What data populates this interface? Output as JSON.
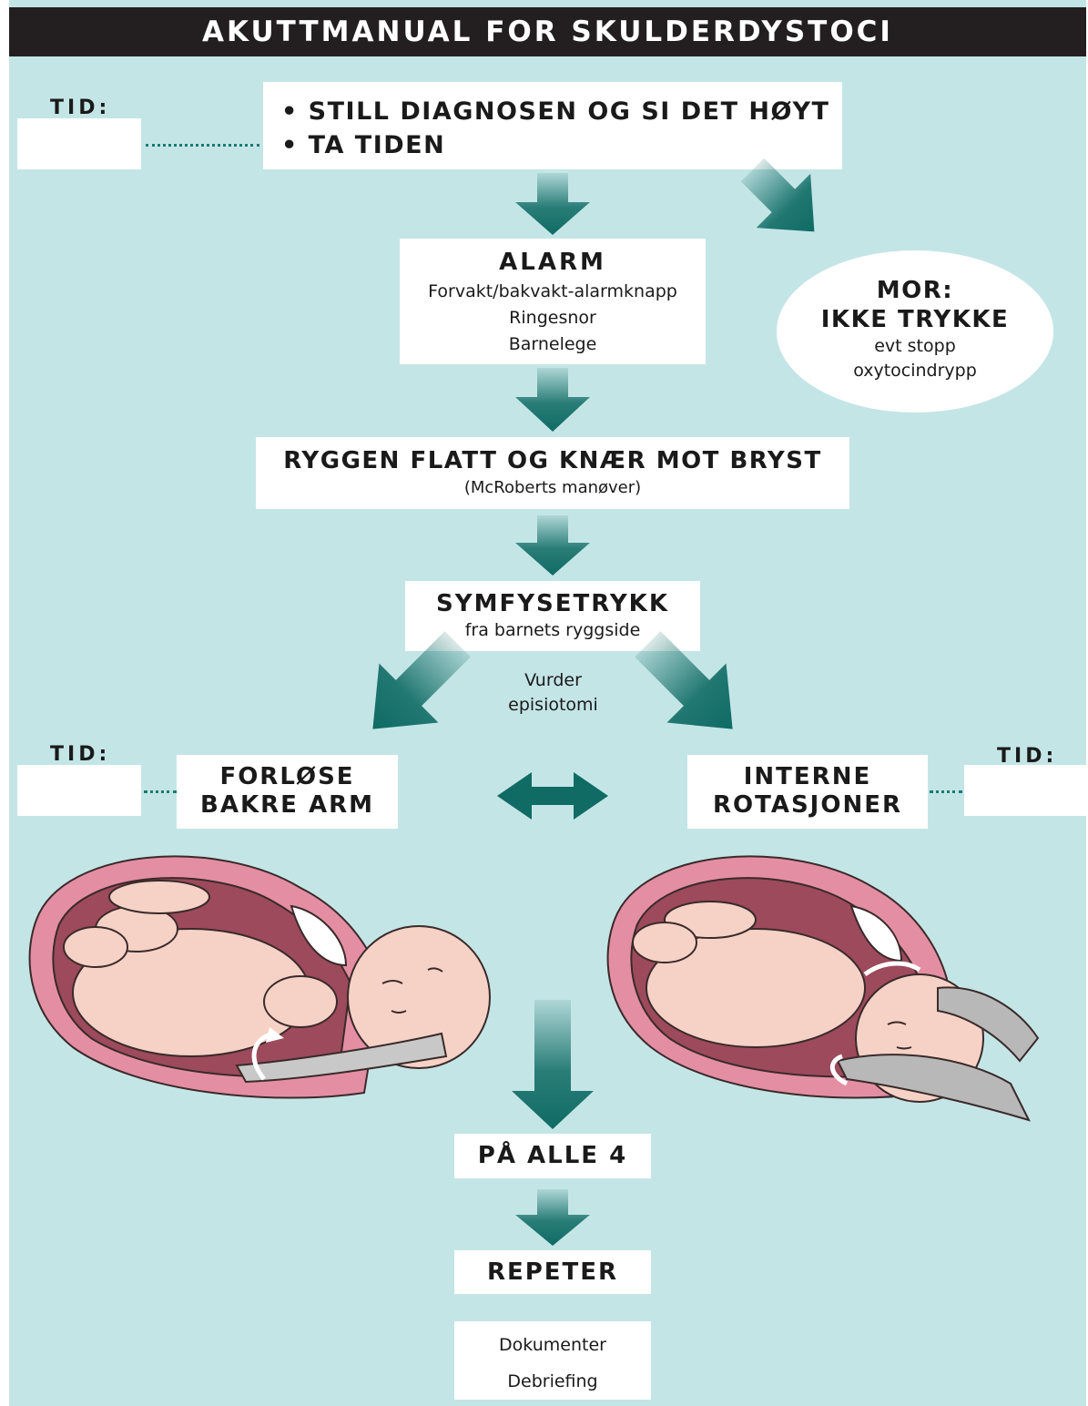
{
  "title": "AKUTTMANUAL FOR SKULDERDYSTOCI",
  "colors": {
    "background": "#c4e5e6",
    "title_bar": "#231f20",
    "arrow": "#0f6b64",
    "dots": "#1a7a73",
    "box": "#ffffff"
  },
  "start": {
    "bullets": [
      "• STILL DIAGNOSEN OG SI DET HØYT",
      "• TA TIDEN"
    ]
  },
  "alarm": {
    "title": "ALARM",
    "lines": [
      "Forvakt/bakvakt-alarmknapp",
      "Ringesnor",
      "Barnelege"
    ]
  },
  "mother": {
    "title1": "MOR:",
    "title2": "IKKE TRYKKE",
    "lines": [
      "evt stopp",
      "oxytocindrypp"
    ]
  },
  "mcroberts": {
    "title": "RYGGEN FLATT OG KNÆR MOT BRYST",
    "subtitle": "(McRoberts manøver)"
  },
  "symfyse": {
    "title": "SYMFYSETRYKK",
    "subtitle": "fra barnets ryggside"
  },
  "episiotomi": [
    "Vurder",
    "episiotomi"
  ],
  "tid_label": "TID:",
  "bakre_arm": [
    "FORLØSE",
    "BAKRE ARM"
  ],
  "interne": [
    "INTERNE",
    "ROTASJONER"
  ],
  "alle4": "PÅ ALLE 4",
  "repeter": "REPETER",
  "footer": [
    "Dokumenter",
    "Debriefing"
  ],
  "illustrations": [
    "posterior-arm-delivery-illustration",
    "internal-rotation-illustration"
  ]
}
